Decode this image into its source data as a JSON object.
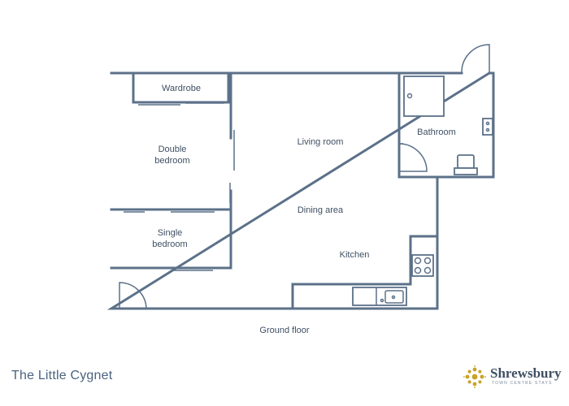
{
  "rooms": {
    "wardrobe": "Wardrobe",
    "double_bedroom": [
      "Double",
      "bedroom"
    ],
    "living_room": "Living room",
    "bathroom": "Bathroom",
    "dining_area": "Dining area",
    "single_bedroom": [
      "Single",
      "bedroom"
    ],
    "kitchen": "Kitchen"
  },
  "floor_caption": "Ground floor",
  "property_name": "The Little Cygnet",
  "brand": {
    "name": "Shrewsbury",
    "tagline": "TOWN CENTRE STAYS",
    "accent_color": "#c9a227"
  },
  "colors": {
    "wall": "#5c7189",
    "text": "#3f4f63",
    "title": "#4a6380"
  }
}
